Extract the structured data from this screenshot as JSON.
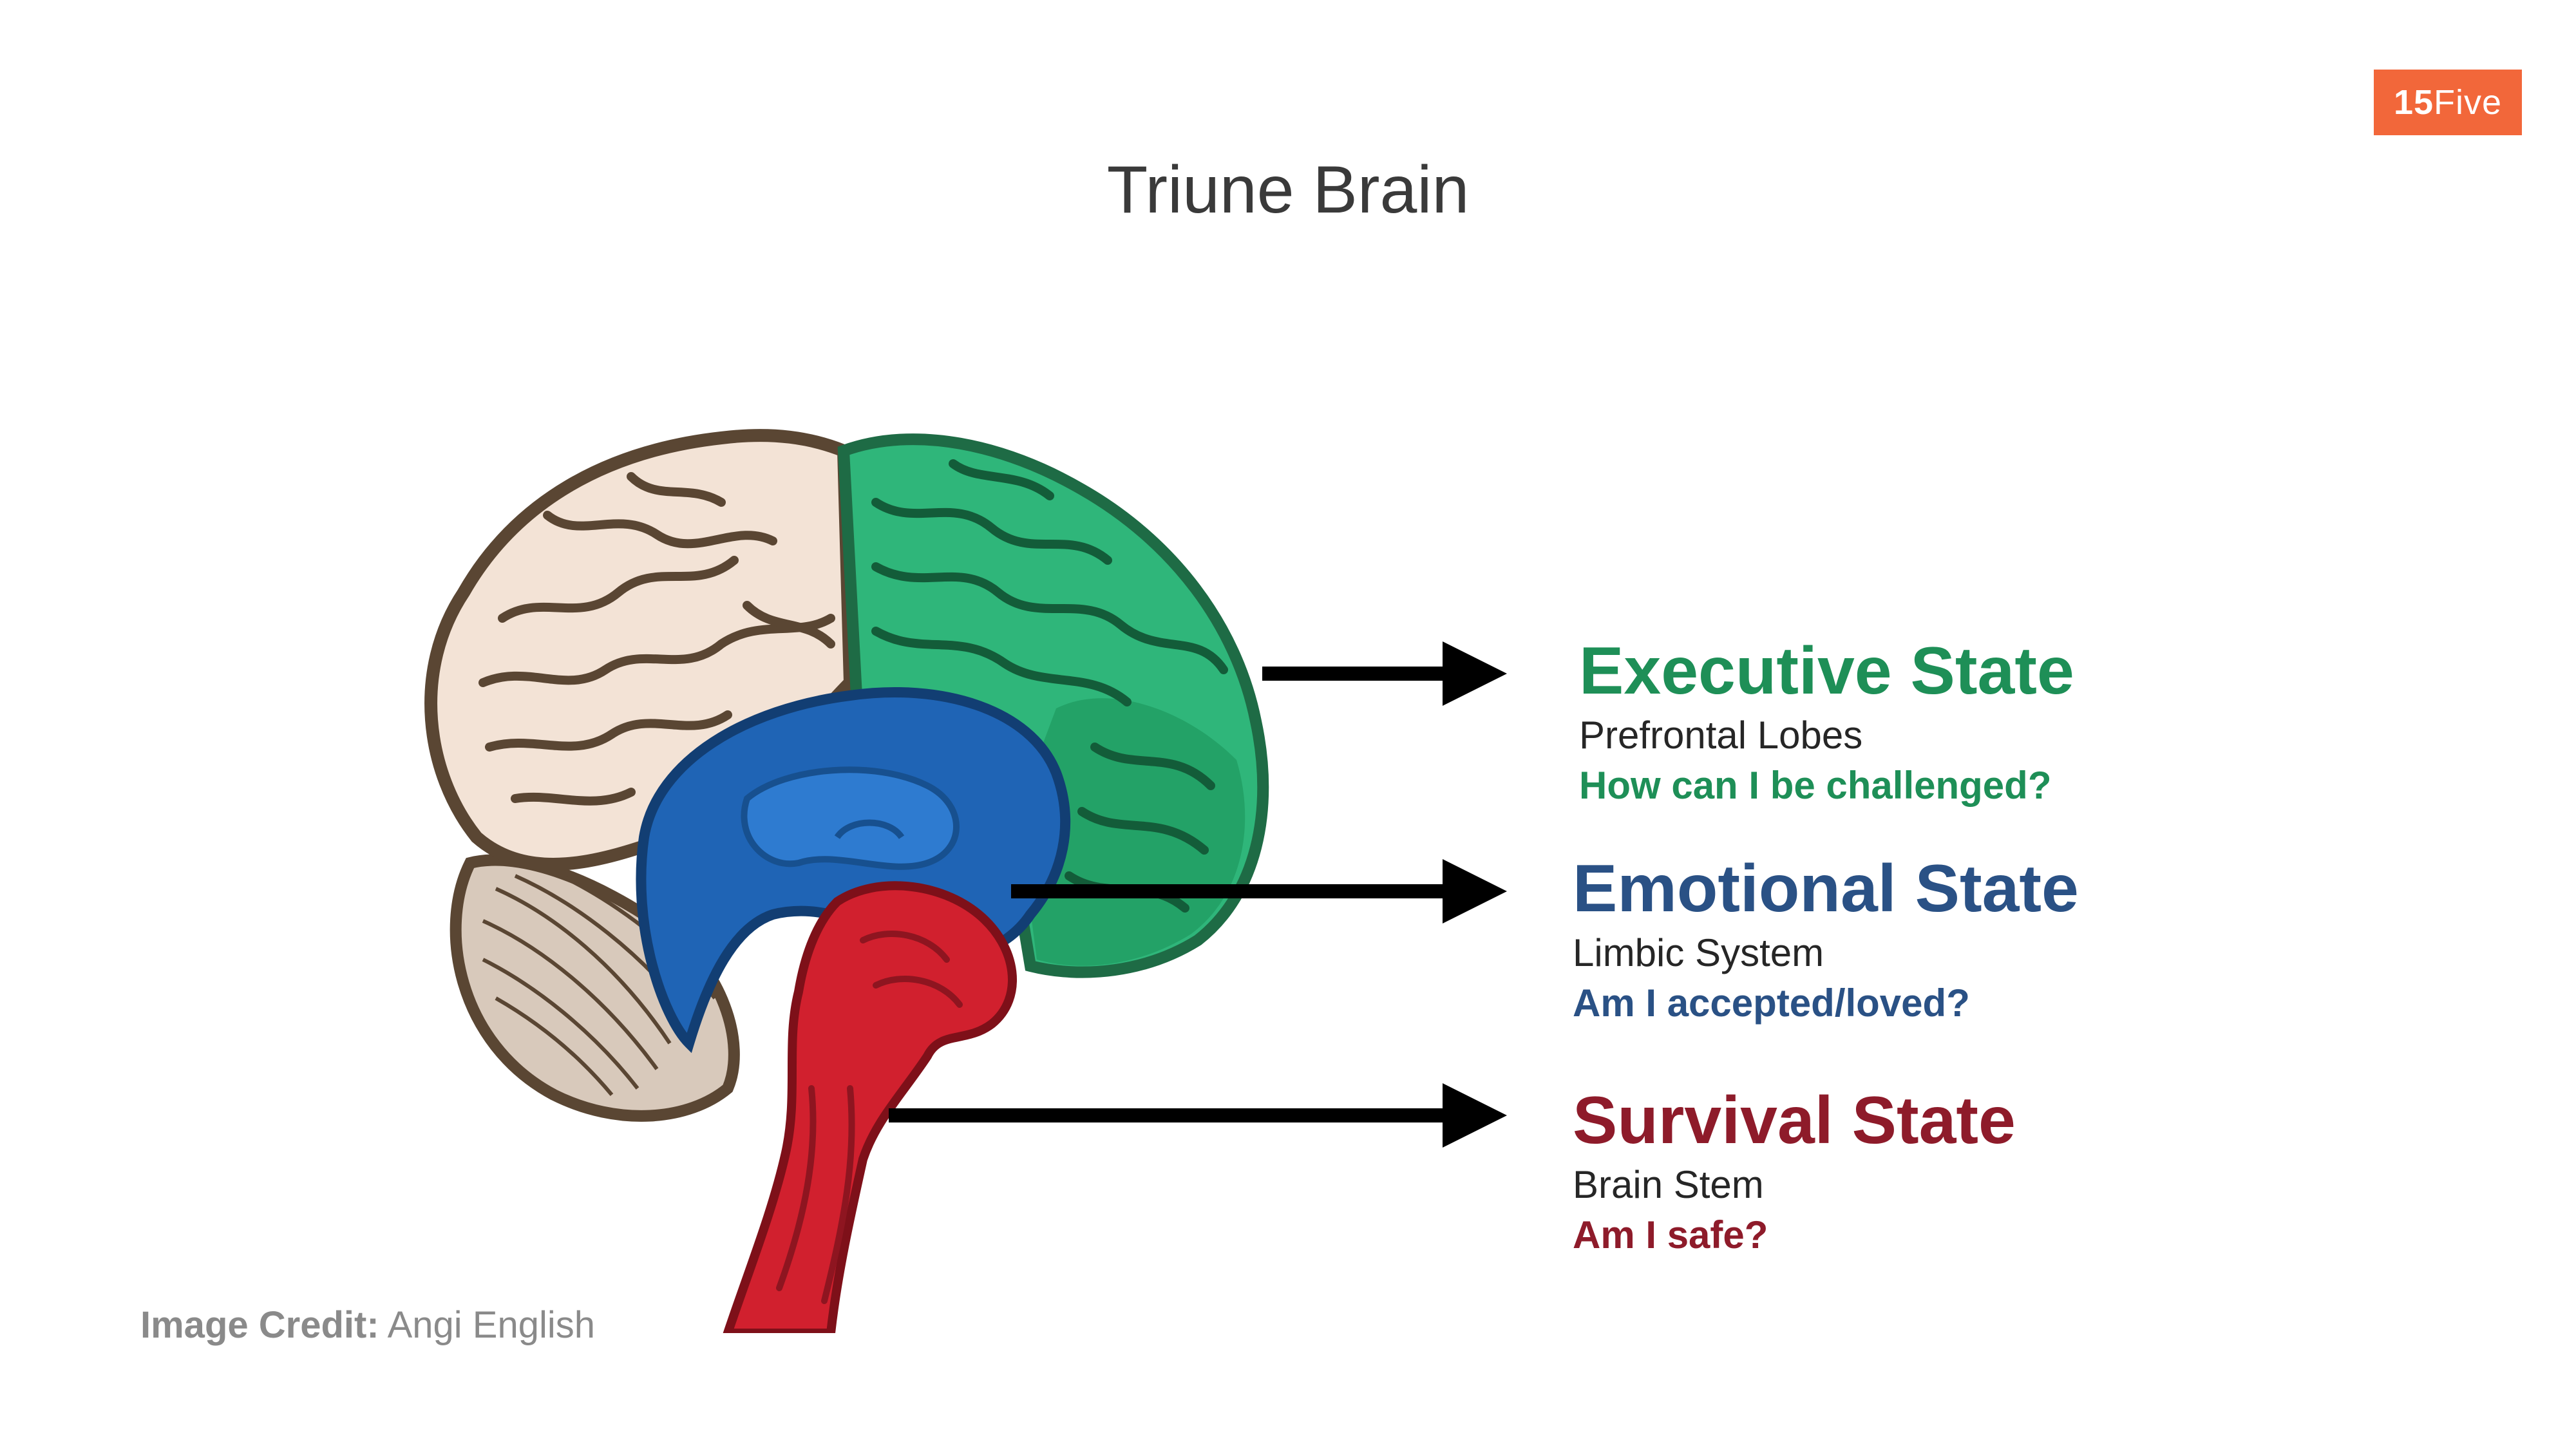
{
  "logo": {
    "strong_text": "15",
    "light_text": "Five",
    "color": "#F2673A"
  },
  "title": "Triune Brain",
  "states": [
    {
      "heading": "Executive State",
      "sub": "Prefrontal Lobes",
      "question": "How can I be challenged?",
      "color": "#1E8F57"
    },
    {
      "heading": "Emotional State",
      "sub": "Limbic System",
      "question": "Am I accepted/loved?",
      "color": "#2A5185"
    },
    {
      "heading": "Survival State",
      "sub": "Brain Stem",
      "question": "Am I safe?",
      "color": "#8E1B2A"
    }
  ],
  "credit": {
    "label": "Image Credit:",
    "name": "Angi English"
  },
  "brain_colors": {
    "cortex": "#F3E3D6",
    "prefrontal": "#2FB67A",
    "limbic": "#1F64B5",
    "brainstem": "#D1202E",
    "cerebellum": "#D8C9BB",
    "outline": "#5A4633"
  }
}
